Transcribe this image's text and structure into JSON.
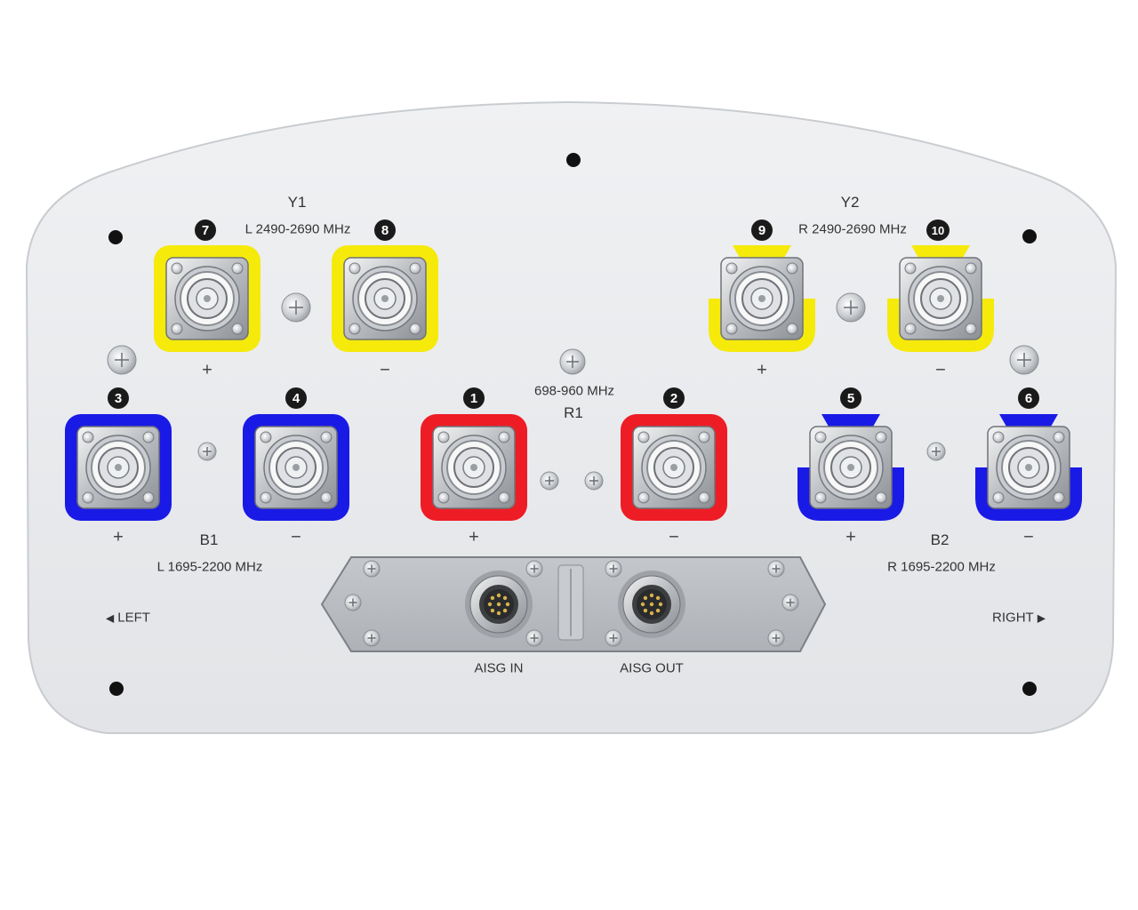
{
  "groups": {
    "y1": {
      "name": "Y1",
      "freq": "L 2490-2690 MHz",
      "color": "#f5ea0a"
    },
    "y2": {
      "name": "Y2",
      "freq": "R 2490-2690 MHz",
      "color": "#f5ea0a"
    },
    "r1": {
      "name": "R1",
      "freq": "698-960 MHz",
      "color": "#ee1c25"
    },
    "b1": {
      "name": "B1",
      "freq": "L 1695-2200 MHz",
      "color": "#1a1ae6"
    },
    "b2": {
      "name": "B2",
      "freq": "R 1695-2200 MHz",
      "color": "#1a1ae6"
    }
  },
  "ports": [
    {
      "number": "1",
      "polarity": "+",
      "group": "r1"
    },
    {
      "number": "2",
      "polarity": "−",
      "group": "r1"
    },
    {
      "number": "3",
      "polarity": "+",
      "group": "b1"
    },
    {
      "number": "4",
      "polarity": "−",
      "group": "b1"
    },
    {
      "number": "5",
      "polarity": "+",
      "group": "b2"
    },
    {
      "number": "6",
      "polarity": "−",
      "group": "b2"
    },
    {
      "number": "7",
      "polarity": "+",
      "group": "y1"
    },
    {
      "number": "8",
      "polarity": "−",
      "group": "y1"
    },
    {
      "number": "9",
      "polarity": "+",
      "group": "y2"
    },
    {
      "number": "10",
      "polarity": "−",
      "group": "y2"
    }
  ],
  "aisg": {
    "in_label": "AISG IN",
    "out_label": "AISG OUT"
  },
  "directions": {
    "left": "LEFT",
    "right": "RIGHT"
  }
}
